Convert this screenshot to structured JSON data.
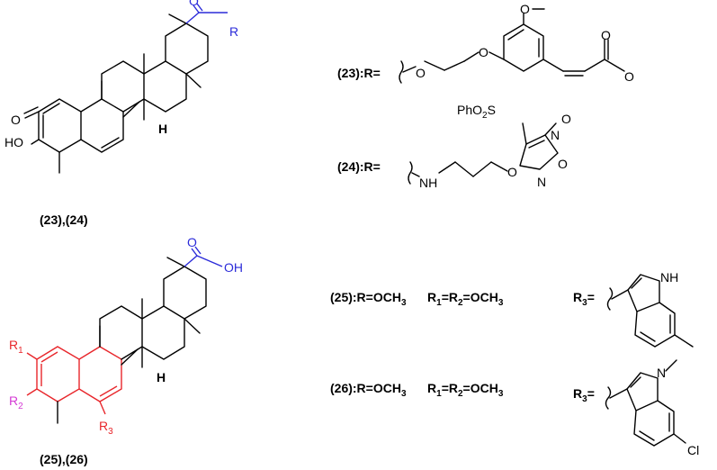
{
  "compound_labels": {
    "top": "(23),(24)",
    "bottom": "(25),(26)"
  },
  "atoms": {
    "o": "O",
    "r": "R",
    "ho": "HO",
    "h": "H",
    "oh": "OH",
    "r1": "R",
    "r1_sub": "1",
    "r2": "R",
    "r2_sub": "2",
    "r3": "R",
    "r3_sub": "3"
  },
  "r_groups": {
    "c23": {
      "prefix": "(23):R=",
      "o1": "O",
      "o2": "O",
      "o3": "O",
      "o4": "O",
      "o5": "O"
    },
    "c24": {
      "prefix": "(24):R=",
      "phso2": "PhO",
      "phso2_sub": "2",
      "phso2_s": "S",
      "nh": "NH",
      "o": "O",
      "n1": "N",
      "n2": "N",
      "o_ring": "O",
      "o_n": "O"
    },
    "c25": {
      "line": "(25):R=OCH",
      "line_sub": "3",
      "r1r2": "R",
      "r1r2_a": "1",
      "r1r2_b": "=R",
      "r1r2_c": "2",
      "r1r2_d": "=OCH",
      "r1r2_e": "3",
      "r3": "R",
      "r3_sub": "3",
      "r3_eq": "=",
      "nh": "NH"
    },
    "c26": {
      "line": "(26):R=OCH",
      "line_sub": "3",
      "r1r2": "R",
      "r1r2_a": "1",
      "r1r2_b": "=R",
      "r1r2_c": "2",
      "r1r2_d": "=OCH",
      "r1r2_e": "3",
      "r3": "R",
      "r3_sub": "3",
      "r3_eq": "=",
      "n": "N",
      "cl": "Cl"
    }
  },
  "colors": {
    "blue": "#2b2bd9",
    "red": "#e8262b",
    "magenta": "#d43ad4"
  }
}
